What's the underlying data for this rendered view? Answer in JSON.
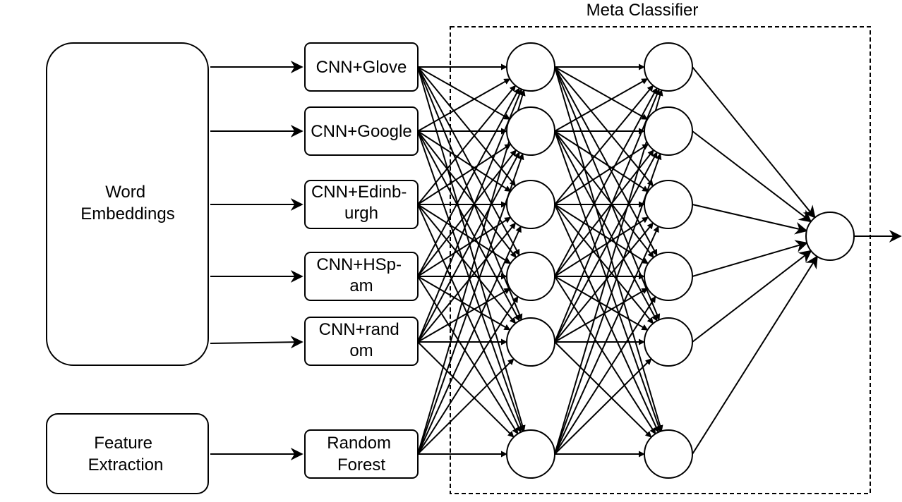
{
  "title": "Meta Classifier",
  "inputs": {
    "word_embeddings": [
      "Word",
      "Embeddings"
    ],
    "feature_extraction": [
      "Feature",
      "Extraction"
    ]
  },
  "base_models": [
    {
      "lines": [
        "CNN+Glove"
      ]
    },
    {
      "lines": [
        "CNN+Google"
      ]
    },
    {
      "lines": [
        "CNN+Edinb-",
        "urgh"
      ]
    },
    {
      "lines": [
        "CNN+HSp-",
        "am"
      ]
    },
    {
      "lines": [
        "CNN+rand",
        "om"
      ]
    },
    {
      "lines": [
        "Random",
        "Forest"
      ]
    }
  ],
  "layers": {
    "hidden_1_nodes": 6,
    "hidden_2_nodes": 6,
    "output_nodes": 1
  },
  "connections": "fully-connected"
}
